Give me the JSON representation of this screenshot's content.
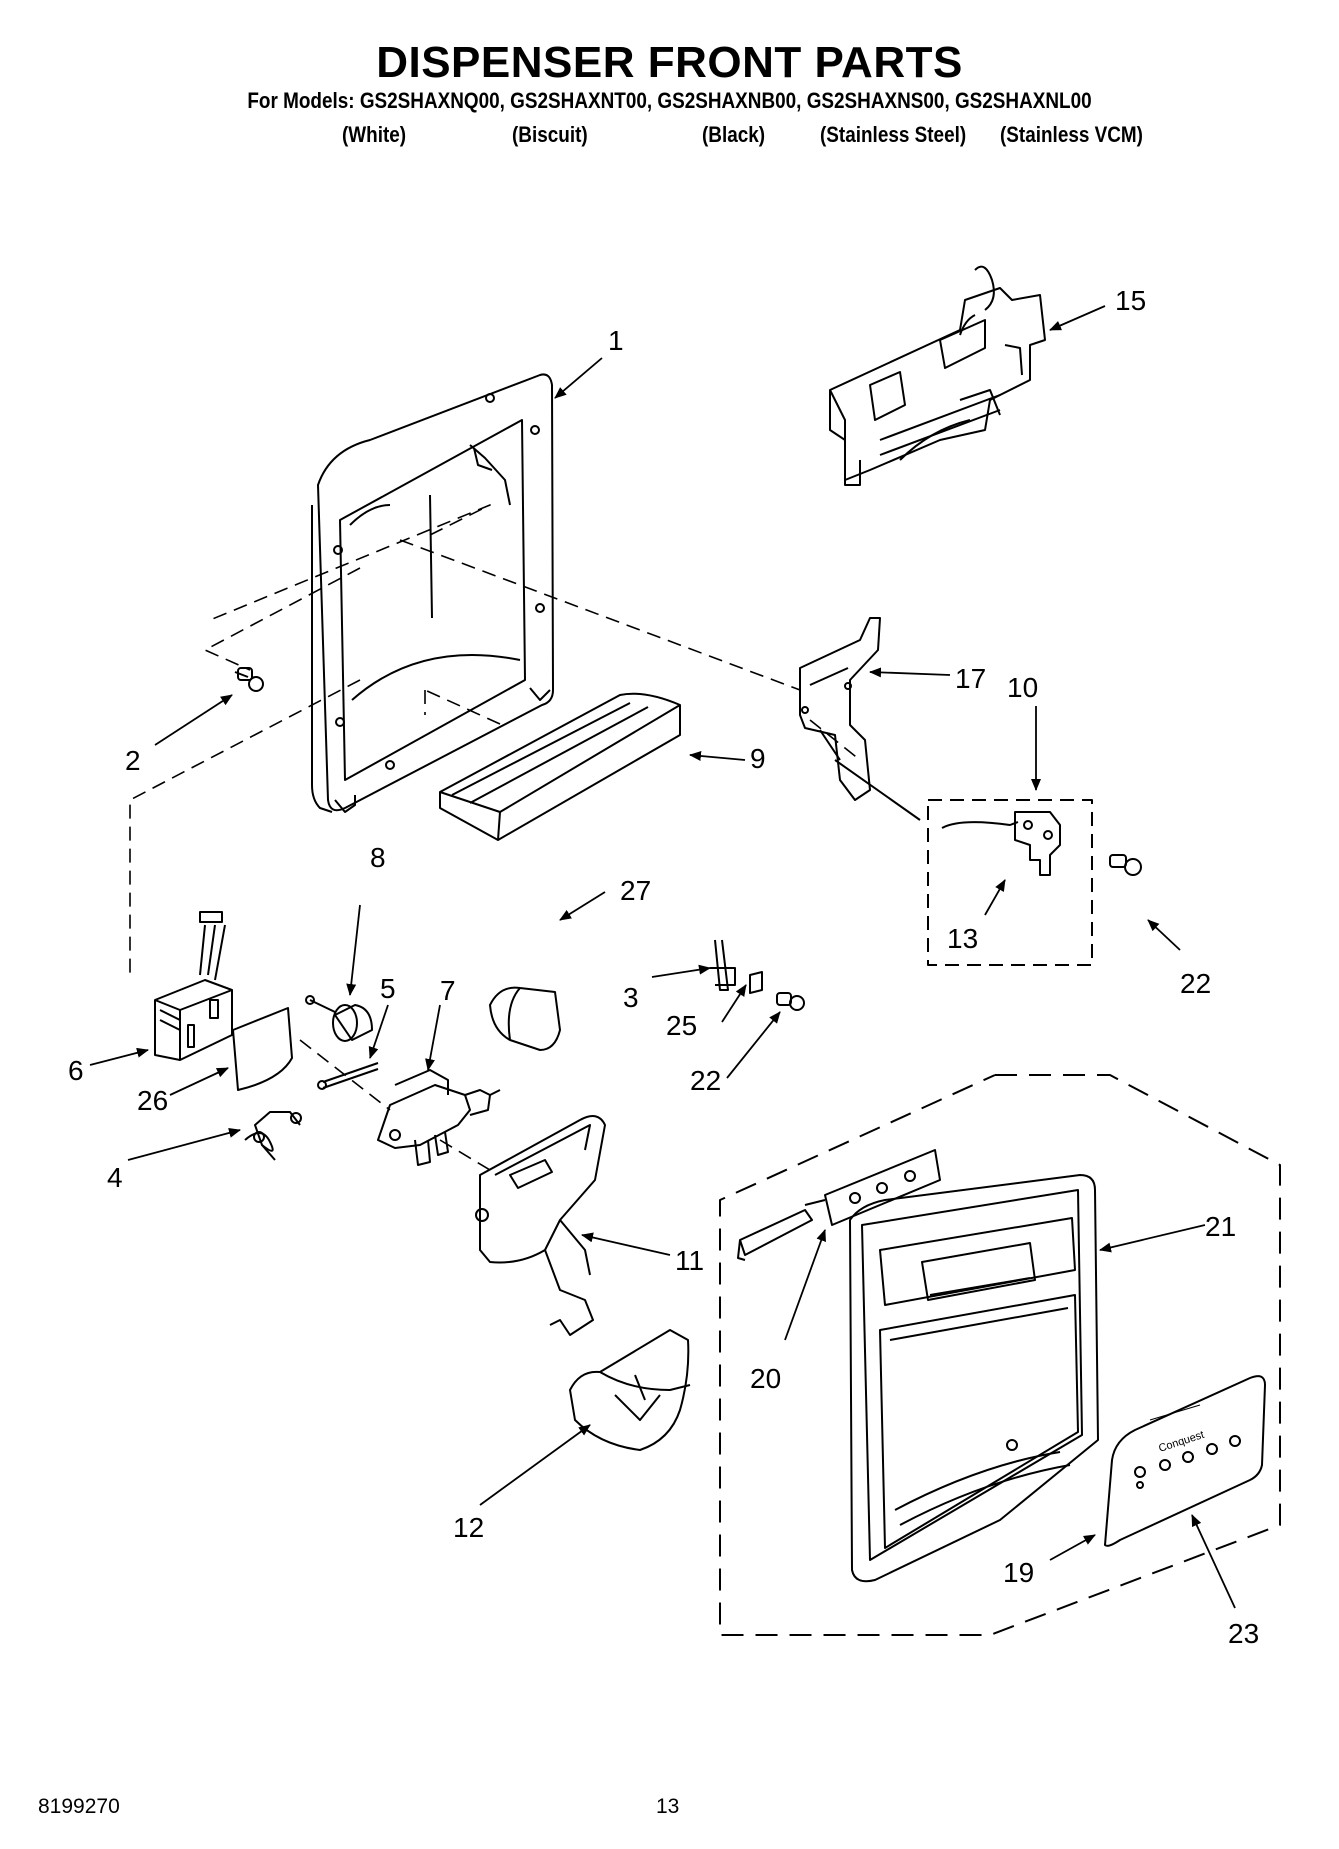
{
  "title": "DISPENSER FRONT PARTS",
  "models_line": "For Models: GS2SHAXNQ00, GS2SHAXNT00, GS2SHAXNB00, GS2SHAXNS00, GS2SHAXNL00",
  "colors": [
    "(White)",
    "(Biscuit)",
    "(Black)",
    "(Stainless Steel)",
    "(Stainless VCM)"
  ],
  "footer": {
    "doc_number": "8199270",
    "page_number": "13"
  },
  "callouts": {
    "c1": "1",
    "c2": "2",
    "c3": "3",
    "c4": "4",
    "c5": "5",
    "c6": "6",
    "c7": "7",
    "c8": "8",
    "c9": "9",
    "c10": "10",
    "c11": "11",
    "c12": "12",
    "c13": "13",
    "c15": "15",
    "c17": "17",
    "c19": "19",
    "c20": "20",
    "c21": "21",
    "c22a": "22",
    "c22b": "22",
    "c23": "23",
    "c25": "25",
    "c26": "26",
    "c27": "27"
  },
  "panel_brand": "Conquest"
}
